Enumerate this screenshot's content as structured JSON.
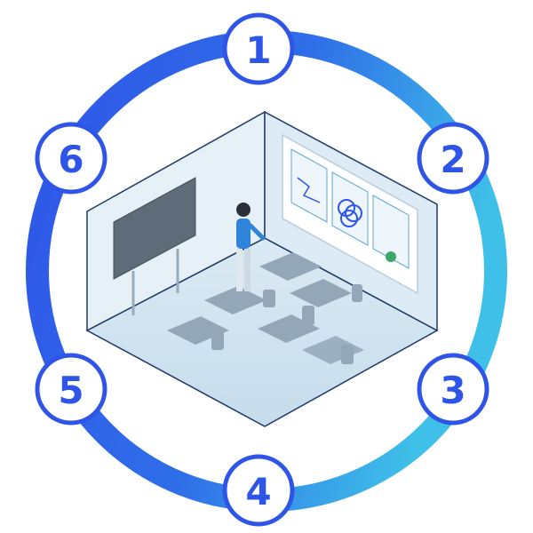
{
  "colors": {
    "ring_start": "#2f55e8",
    "ring_end": "#3ec0e8",
    "badge_stroke": "#2f55e8",
    "badge_fill": "#ffffff",
    "badge_text": "#2f55e8",
    "room_line": "#1f3a6a",
    "floor": "#d3e6f2",
    "wall": "#e2eef6",
    "furniture": "#93a7b8",
    "screen": "#5e6b78",
    "teacher_shirt": "#2f83d8"
  },
  "badges": [
    {
      "label": "1",
      "icon": "step-1-badge"
    },
    {
      "label": "2",
      "icon": "step-2-badge"
    },
    {
      "label": "3",
      "icon": "step-3-badge"
    },
    {
      "label": "4",
      "icon": "step-4-badge"
    },
    {
      "label": "5",
      "icon": "step-5-badge"
    },
    {
      "label": "6",
      "icon": "step-6-badge"
    }
  ],
  "illustration": {
    "scene": "classroom-icon",
    "presenter": "teacher-icon",
    "board": "projector-screen-icon",
    "monitor": "tv-stand-icon",
    "desks": "student-desks-icon"
  }
}
